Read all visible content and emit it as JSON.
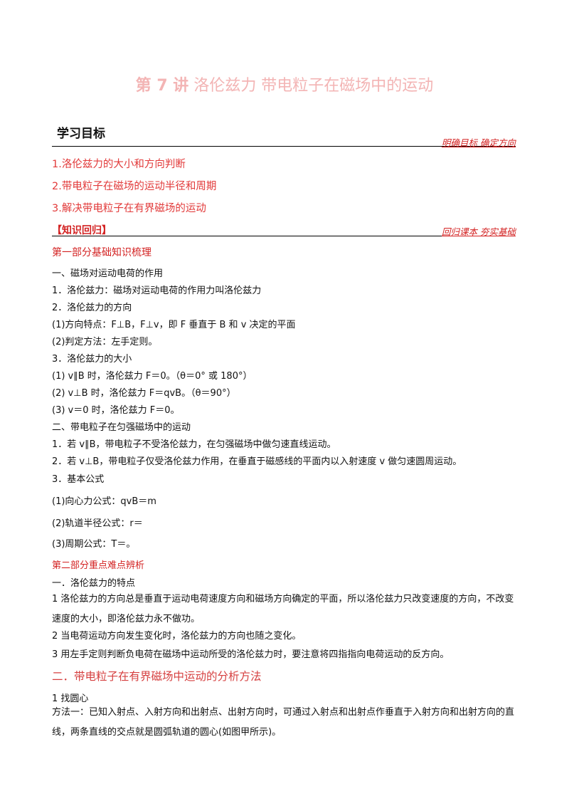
{
  "title": {
    "lecture": "第 7 讲",
    "topic": "洛伦兹力 带电粒子在磁场中的运动"
  },
  "goals_section": {
    "heading": "学习目标",
    "note": "明确目标  确定方向",
    "items": [
      "1.洛伦兹力的大小和方向判断",
      "2.带电粒子在磁场的运动半径和周期",
      "3.解决带电粒子在有界磁场的运动"
    ]
  },
  "review_section": {
    "heading": "【知识回归】",
    "note": "回归课本  夯实基础"
  },
  "part1": {
    "heading": "第一部分基础知识梳理",
    "lines": [
      "一、磁场对运动电荷的作用",
      "1．洛伦兹力：磁场对运动电荷的作用力叫洛伦兹力",
      "2．洛伦兹力的方向",
      "(1)方向特点：F⊥B，F⊥v，即 F 垂直于 B 和 v 决定的平面",
      "(2)判定方法：左手定则。",
      "3．洛伦兹力的大小",
      "(1) v∥B 时，洛伦兹力 F＝0。（θ＝0° 或 180°）",
      "(2) v⊥B 时，洛伦兹力 F＝qvB。（θ＝90°）",
      "(3) v＝0 时，洛伦兹力 F＝0。",
      "二、带电粒子在匀强磁场中的运动",
      "1．若 v∥B，带电粒子不受洛伦兹力，在匀强磁场中做匀速直线运动。",
      "2．若 v⊥B，带电粒子仅受洛伦兹力作用，在垂直于磁感线的平面内以入射速度 v 做匀速圆周运动。",
      "3．基本公式",
      "(1)向心力公式：qvB＝m",
      "(2)轨道半径公式：r＝",
      "(3)周期公式：T＝。"
    ]
  },
  "part2": {
    "heading": "第二部分重点难点辨析",
    "sub1": "一．洛伦兹力的特点",
    "p1": "1 洛伦兹力的方向总是垂直于运动电荷速度方向和磁场方向确定的平面，所以洛伦兹力只改变速度的方向，不改变速度的大小，即洛伦兹力永不做功。",
    "p2": "2 当电荷运动方向发生变化时，洛伦兹力的方向也随之变化。",
    "p3": "3 用左手定则判断负电荷在磁场中运动所受的洛伦兹力时，要注意将四指指向电荷运动的反方向。",
    "sub2": "二．带电粒子在有界磁场中运动的分析方法",
    "find_center": "1 找圆心",
    "method1": "方法一：已知入射点、入射方向和出射点、出射方向时，可通过入射点和出射点作垂直于入射方向和出射方向的直线，两条直线的交点就是圆弧轨道的圆心(如图甲所示)。"
  }
}
